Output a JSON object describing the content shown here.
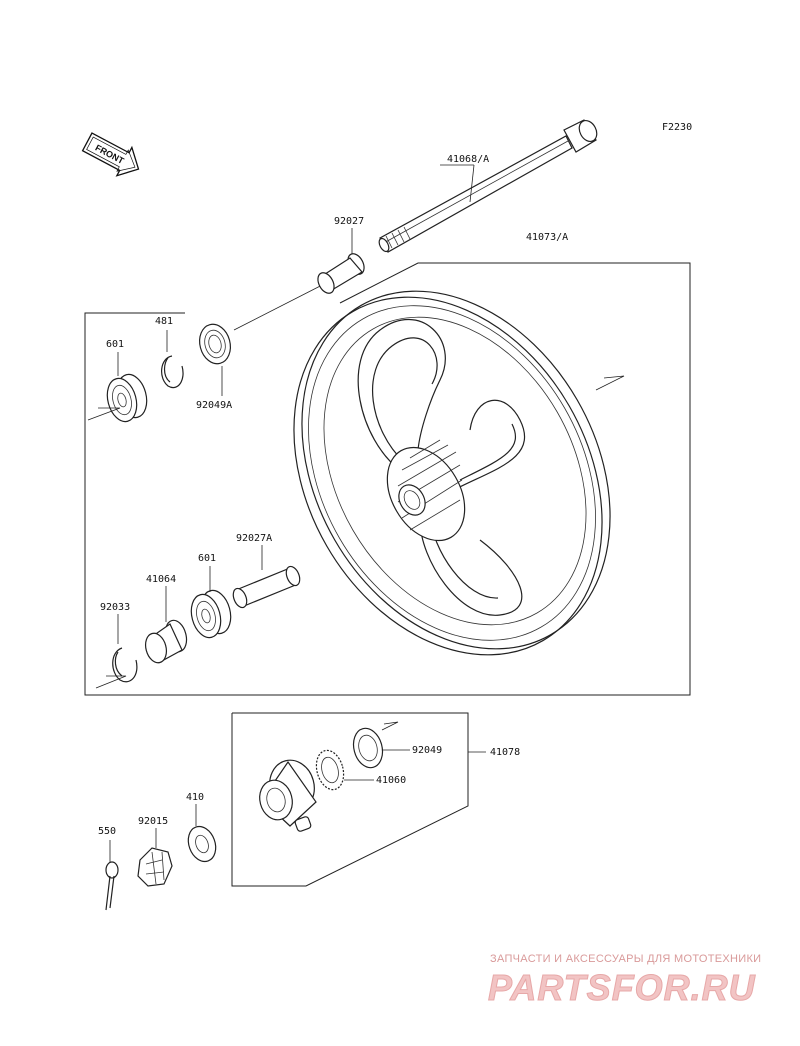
{
  "figure_code": "F2230",
  "front_arrow_label": "FRONT",
  "labels": {
    "p41068A": "41068/A",
    "p41073A": "41073/A",
    "p92027": "92027",
    "p481": "481",
    "p601_top": "601",
    "p92049A": "92049A",
    "p92027A": "92027A",
    "p601_bottom": "601",
    "p41064": "41064",
    "p92033": "92033",
    "p92049": "92049",
    "p41078": "41078",
    "p41060": "41060",
    "p410": "410",
    "p92015": "92015",
    "p550": "550"
  },
  "watermark": {
    "tagline": "ЗАПЧАСТИ И АКСЕССУАРЫ ДЛЯ МОТОТЕХНИКИ",
    "logo": "PARTSFOR.RU"
  }
}
